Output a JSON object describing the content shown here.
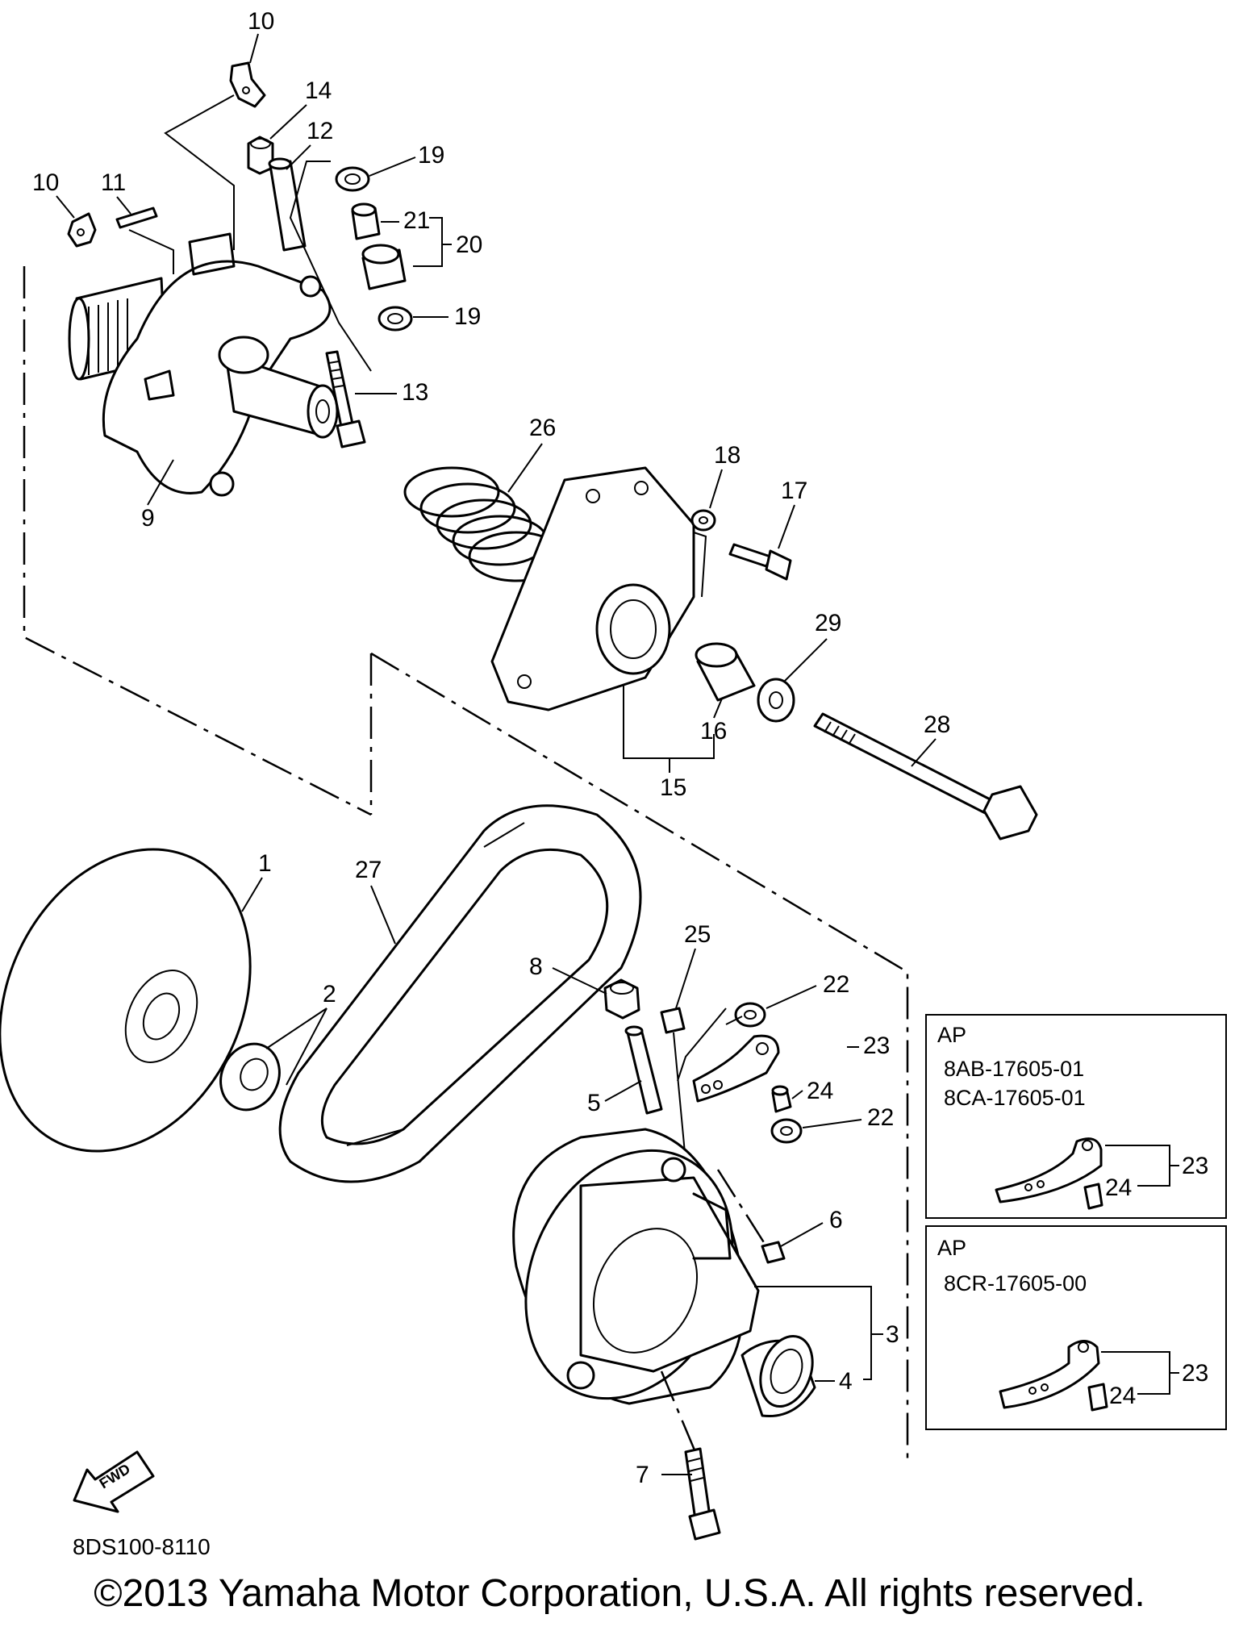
{
  "diagram_id": "8DS100-8110",
  "copyright": "©2013 Yamaha Motor Corporation, U.S.A. All rights reserved.",
  "callouts": {
    "c1": "1",
    "c2": "2",
    "c3": "3",
    "c4": "4",
    "c5": "5",
    "c6": "6",
    "c7": "7",
    "c8": "8",
    "c9": "9",
    "c10a": "10",
    "c10b": "10",
    "c11": "11",
    "c12": "12",
    "c13": "13",
    "c14": "14",
    "c15": "15",
    "c16": "16",
    "c17": "17",
    "c18": "18",
    "c19a": "19",
    "c19b": "19",
    "c20": "20",
    "c21": "21",
    "c22a": "22",
    "c22b": "22",
    "c23": "23",
    "c24": "24",
    "c25": "25",
    "c26": "26",
    "c27": "27",
    "c28": "28",
    "c29": "29"
  },
  "fwd_label": "FWD",
  "ap_boxes": [
    {
      "tag": "AP",
      "parts": [
        "8AB-17605-01",
        "8CA-17605-01"
      ],
      "label_23": "23",
      "label_24": "24"
    },
    {
      "tag": "AP",
      "parts": [
        "8CR-17605-00"
      ],
      "label_23": "23",
      "label_24": "24"
    }
  ]
}
